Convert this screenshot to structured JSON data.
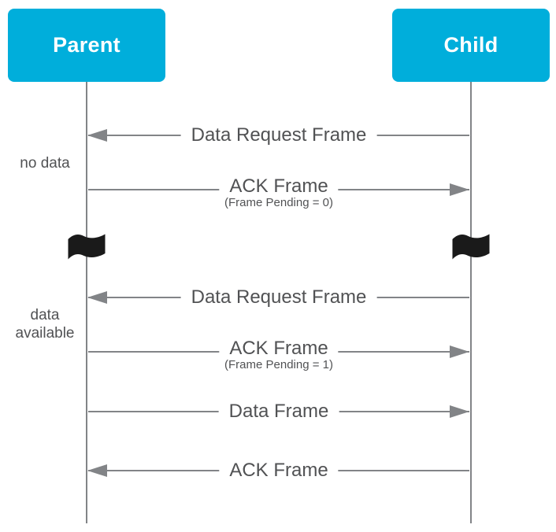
{
  "diagram": {
    "type": "sequence-diagram",
    "colors": {
      "actor_fill": "#00AEDB",
      "actor_text": "#FFFFFF",
      "line": "#828487",
      "text": "#515254",
      "flag": "#1A1A1A",
      "background": "#FFFFFF"
    },
    "actors": [
      {
        "id": "parent",
        "label": "Parent"
      },
      {
        "id": "child",
        "label": "Child"
      }
    ],
    "messages": [
      {
        "label": "Data Request Frame",
        "direction": "left",
        "from": "child",
        "to": "parent"
      },
      {
        "label": "ACK Frame",
        "sublabel": "(Frame Pending = 0)",
        "direction": "right",
        "from": "parent",
        "to": "child"
      },
      {
        "label": "Data Request Frame",
        "direction": "left",
        "from": "child",
        "to": "parent"
      },
      {
        "label": "ACK Frame",
        "sublabel": "(Frame Pending = 1)",
        "direction": "right",
        "from": "parent",
        "to": "child"
      },
      {
        "label": "Data Frame",
        "direction": "right",
        "from": "parent",
        "to": "child"
      },
      {
        "label": "ACK Frame",
        "direction": "left",
        "from": "child",
        "to": "parent"
      }
    ],
    "side_notes": [
      {
        "lines": [
          "no data"
        ]
      },
      {
        "lines": [
          "data",
          "available"
        ]
      }
    ],
    "time_break": {
      "icon": "flag-icon",
      "on": [
        "parent",
        "child"
      ]
    }
  }
}
